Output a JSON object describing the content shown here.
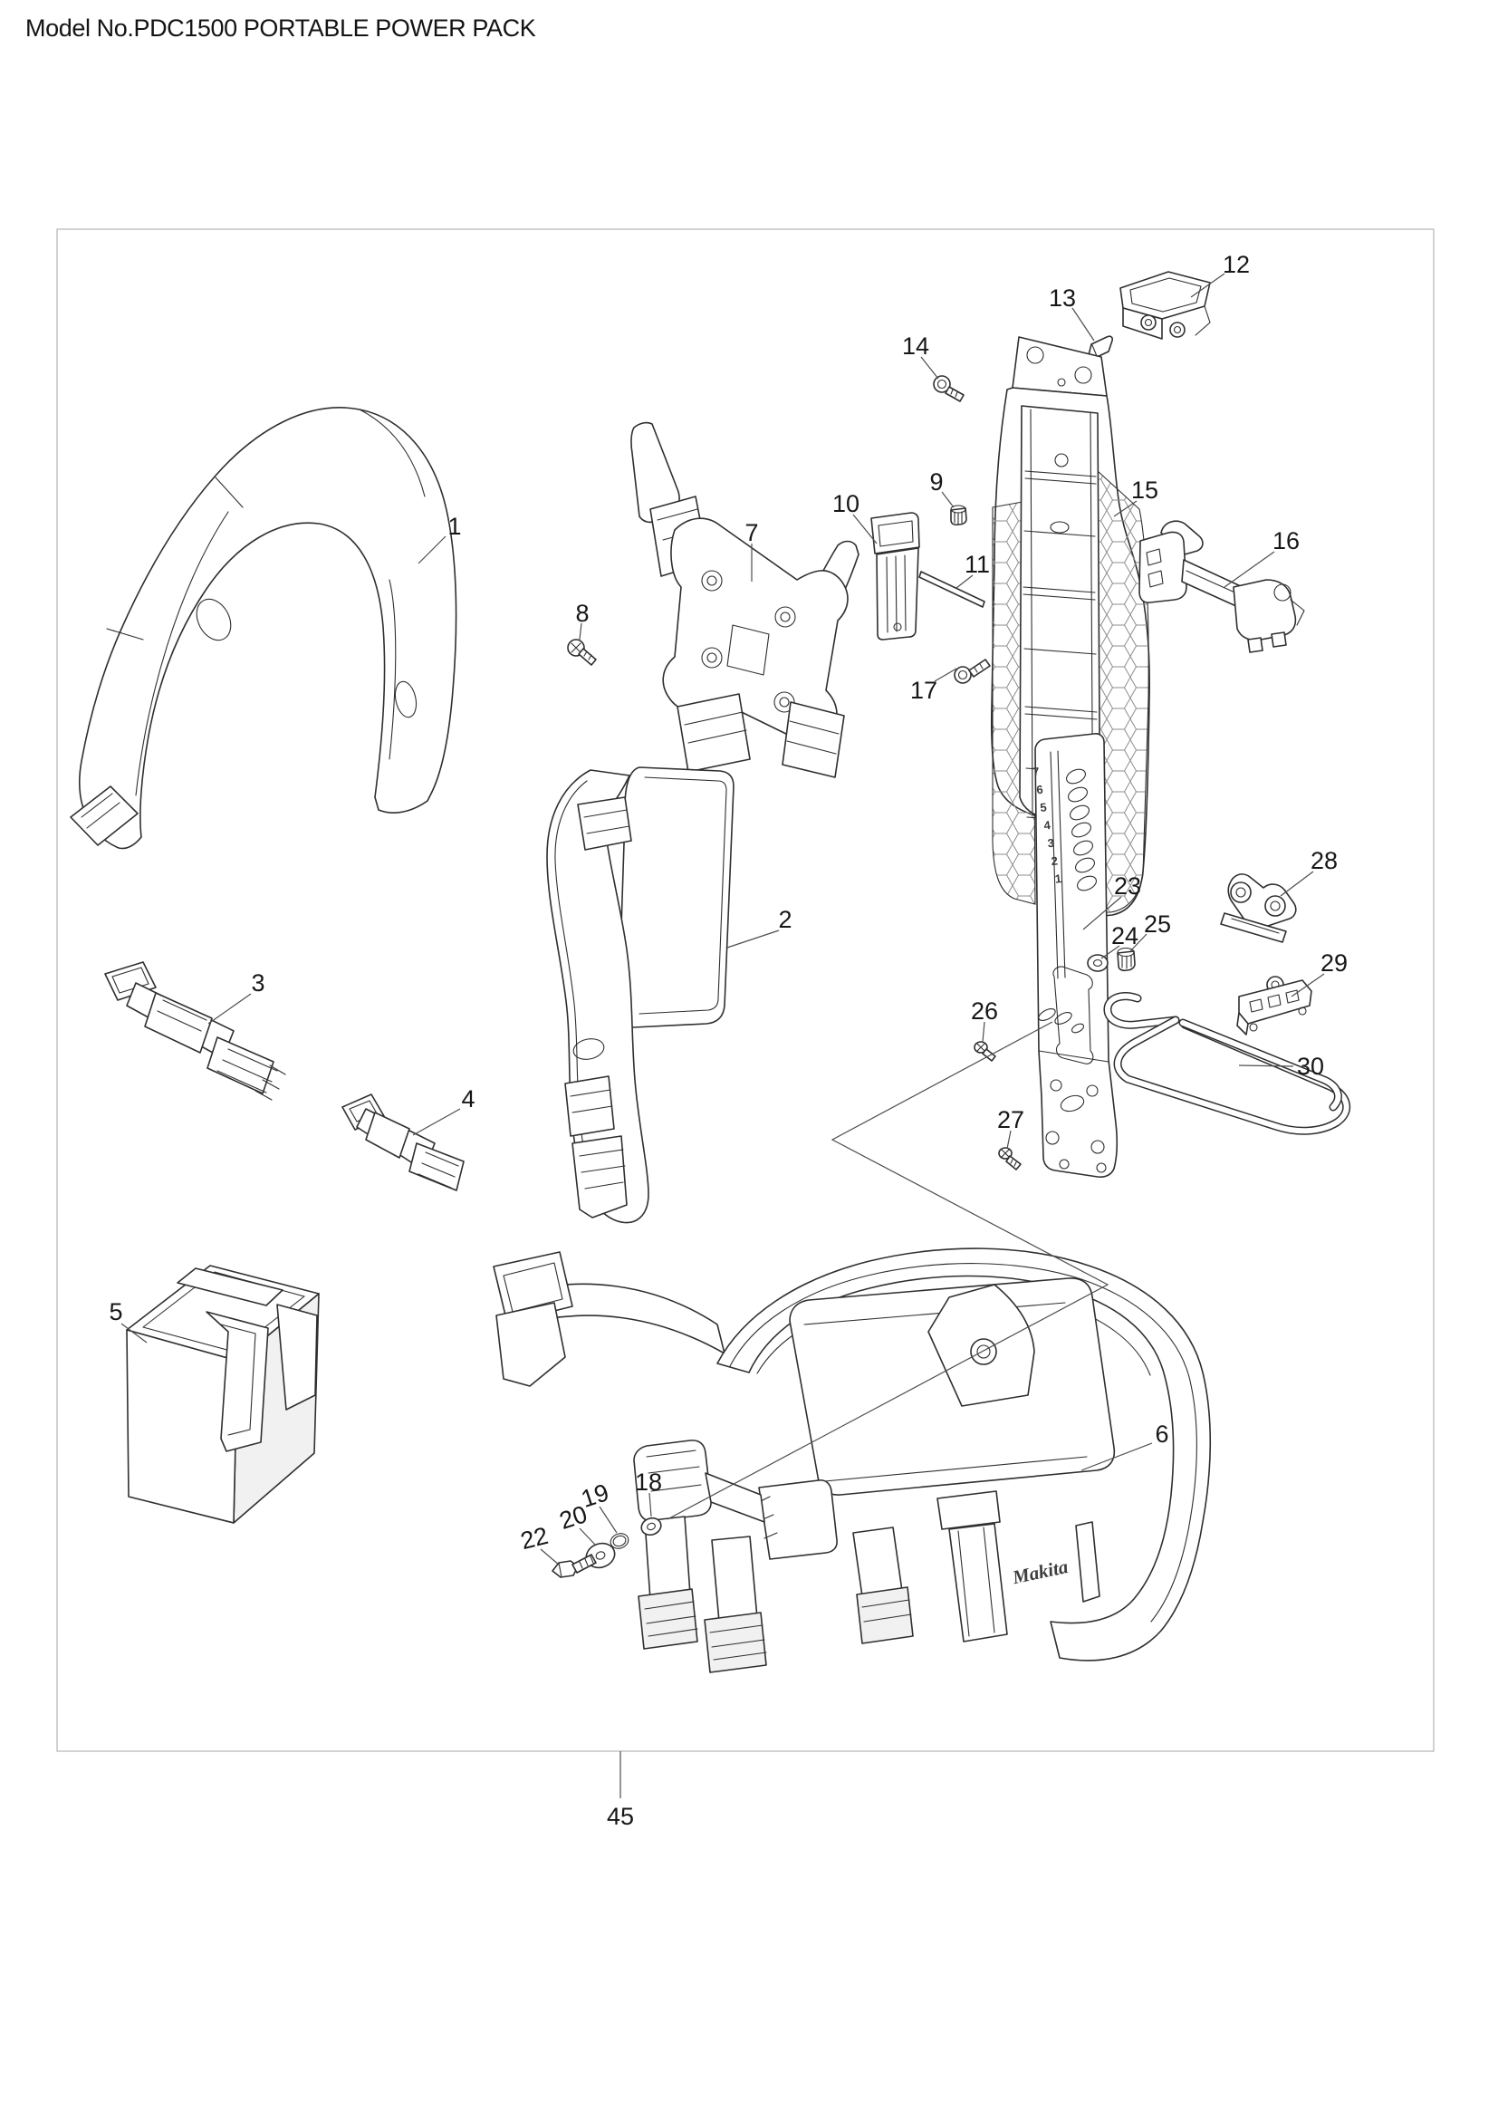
{
  "title": "Model No.PDC1500 PORTABLE POWER PACK",
  "diagram": {
    "footer_ref": "45",
    "brand_logo": "Makita",
    "scale_numbers": [
      "7",
      "6",
      "5",
      "4",
      "3",
      "2",
      "1"
    ],
    "labels": [
      {
        "text": "1"
      },
      {
        "text": "2"
      },
      {
        "text": "3"
      },
      {
        "text": "4"
      },
      {
        "text": "5"
      },
      {
        "text": "6"
      },
      {
        "text": "7"
      },
      {
        "text": "8"
      },
      {
        "text": "9"
      },
      {
        "text": "10"
      },
      {
        "text": "11"
      },
      {
        "text": "12"
      },
      {
        "text": "13"
      },
      {
        "text": "14"
      },
      {
        "text": "15"
      },
      {
        "text": "16"
      },
      {
        "text": "17"
      },
      {
        "text": "18"
      },
      {
        "text": "19"
      },
      {
        "text": "20"
      },
      {
        "text": "22"
      },
      {
        "text": "23"
      },
      {
        "text": "24"
      },
      {
        "text": "25"
      },
      {
        "text": "26"
      },
      {
        "text": "27"
      },
      {
        "text": "28"
      },
      {
        "text": "29"
      },
      {
        "text": "30"
      }
    ],
    "colors": {
      "background": "#ffffff",
      "line": "#2f2f2f",
      "label": "#171717",
      "leader": "#4d4d4d",
      "border": "#b3b3b3"
    }
  }
}
